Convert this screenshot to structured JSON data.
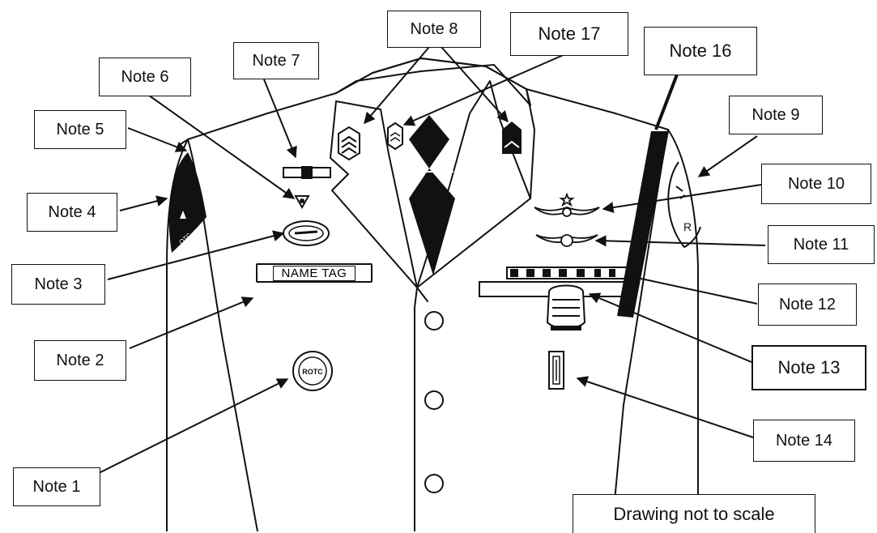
{
  "notes": [
    {
      "id": "note-1",
      "label": "Note 1"
    },
    {
      "id": "note-2",
      "label": "Note 2"
    },
    {
      "id": "note-3",
      "label": "Note 3"
    },
    {
      "id": "note-4",
      "label": "Note 4"
    },
    {
      "id": "note-5",
      "label": "Note 5"
    },
    {
      "id": "note-6",
      "label": "Note 6"
    },
    {
      "id": "note-7",
      "label": "Note 7"
    },
    {
      "id": "note-8",
      "label": "Note 8"
    },
    {
      "id": "note-9",
      "label": "Note 9"
    },
    {
      "id": "note-10",
      "label": "Note 10"
    },
    {
      "id": "note-11",
      "label": "Note 11"
    },
    {
      "id": "note-12",
      "label": "Note 12"
    },
    {
      "id": "note-13",
      "label": "Note 13"
    },
    {
      "id": "note-14",
      "label": "Note 14"
    },
    {
      "id": "note-16",
      "label": "Note 16"
    },
    {
      "id": "note-17",
      "label": "Note 17"
    }
  ],
  "name_tag": "NAME TAG",
  "caption": "Drawing not to scale",
  "colors": {
    "ink": "#111111",
    "background": "#ffffff"
  }
}
